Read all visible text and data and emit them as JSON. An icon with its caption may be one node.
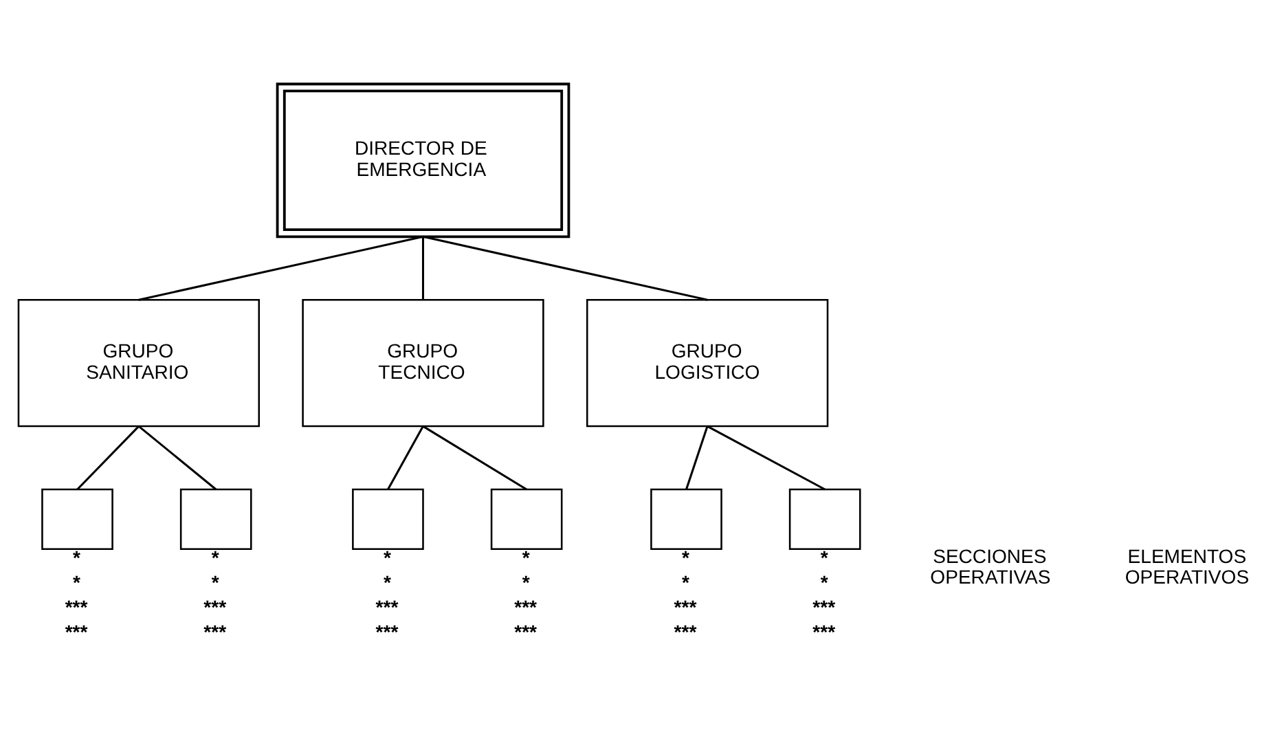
{
  "diagram": {
    "nodes": [
      {
        "text": [
          "DIRECTOR DE EMERGENCIA"
        ]
      },
      {
        "text": [
          "GRUPO SANITARIO"
        ]
      },
      {
        "text": [
          "GRUPO TECNICO"
        ]
      },
      {
        "text": [
          "GRUPO LOGISTICO"
        ]
      },
      {
        "text": [],
        "shape": "box",
        "beside": [
          "*",
          "*",
          "***",
          "***"
        ]
      },
      {
        "text": [],
        "shape": "box",
        "beside": [
          "*",
          "*",
          "***",
          "***"
        ]
      },
      {
        "text": [],
        "shape": "box",
        "beside": [
          "*",
          "*",
          "***",
          "***"
        ]
      },
      {
        "text": [],
        "shape": "box",
        "beside": [
          "*",
          "*",
          "***",
          "***"
        ]
      },
      {
        "text": [],
        "shape": "box",
        "beside": [
          "*",
          "*",
          "***",
          "***"
        ]
      },
      {
        "text": [],
        "shape": "box",
        "beside": [
          "*",
          "*",
          "***",
          "***"
        ]
      }
    ],
    "edges": [
      {
        "from": 0,
        "to": 1,
        "arrow": "none"
      },
      {
        "from": 0,
        "to": 2,
        "arrow": "none"
      },
      {
        "from": 0,
        "to": 3,
        "arrow": "none"
      },
      {
        "from": 1,
        "to": 4,
        "arrow": "none"
      },
      {
        "from": 1,
        "to": 5,
        "arrow": "none"
      },
      {
        "from": 2,
        "to": 6,
        "arrow": "none"
      },
      {
        "from": 2,
        "to": 7,
        "arrow": "none"
      },
      {
        "from": 3,
        "to": 8,
        "arrow": "none"
      },
      {
        "from": 3,
        "to": 9,
        "arrow": "none"
      }
    ],
    "labels": [
      "SECCIONES OPERATIVAS",
      "ELEMENTOS OPERATIVOS"
    ]
  }
}
